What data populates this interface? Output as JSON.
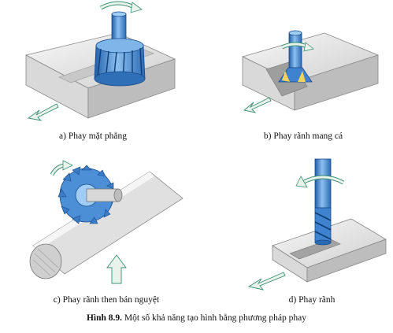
{
  "figure": {
    "labels": {
      "a": "a) Phay mặt phẳng",
      "b": "b) Phay rãnh mang cá",
      "c": "c) Phay rãnh then bán nguyệt",
      "d": "d) Phay rãnh"
    },
    "caption": {
      "number": "Hình 8.9.",
      "text": " Một số khả năng tạo hình bằng phương pháp phay"
    }
  },
  "colors": {
    "block_light": "#f2f2f2",
    "block_mid": "#d7d7d7",
    "block_dark": "#b9b9b9",
    "tool_blue": "#4c8fd6",
    "tool_dark": "#1f5ea8",
    "arrow_fill": "#e8f3ec",
    "arrow_stroke": "#3c8f73"
  }
}
